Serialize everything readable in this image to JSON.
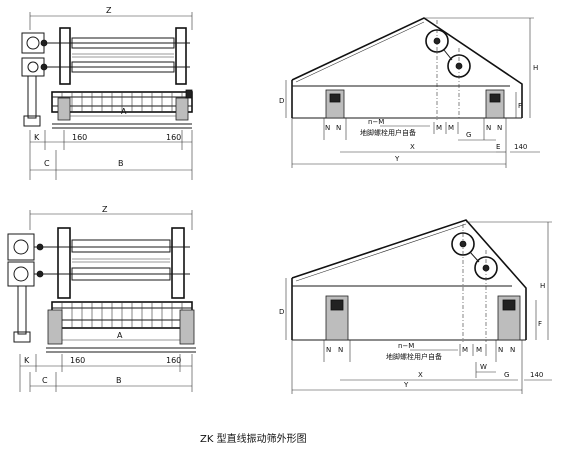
{
  "caption": "ZK 型直线振动筛外形图",
  "front_view_labels": {
    "z": "Z",
    "a": "A",
    "b": "B",
    "c": "C",
    "k": "K",
    "d160_left": "160",
    "d160_right": "160"
  },
  "side_view_labels": {
    "h": "H",
    "d": "D",
    "f": "F",
    "x": "X",
    "y": "Y",
    "g": "G",
    "e": "E",
    "w": "W",
    "d140": "140",
    "nm": "n−M",
    "n": "N",
    "m": "M",
    "note": "地脚螺栓用户自备"
  }
}
